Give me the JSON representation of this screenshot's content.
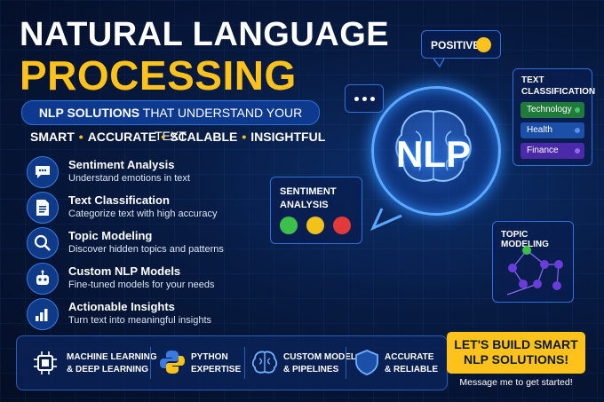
{
  "title": {
    "line1": "NATURAL LANGUAGE",
    "line2": "PROCESSING"
  },
  "subtitle": {
    "bold": "NLP SOLUTIONS",
    "rest": " THAT UNDERSTAND YOUR TEXT"
  },
  "tags": [
    "SMART",
    "ACCURATE",
    "SCALABLE",
    "INSIGHTFUL"
  ],
  "tag_separator": "•",
  "features": [
    {
      "icon": "chat-bubble-icon",
      "title": "Sentiment Analysis",
      "desc": "Understand emotions in text"
    },
    {
      "icon": "document-icon",
      "title": "Text Classification",
      "desc": "Categorize text with high accuracy"
    },
    {
      "icon": "magnifier-icon",
      "title": "Topic Modeling",
      "desc": "Discover hidden topics and patterns"
    },
    {
      "icon": "robot-icon",
      "title": "Custom NLP Models",
      "desc": "Fine-tuned models for your needs"
    },
    {
      "icon": "bar-chart-icon",
      "title": "Actionable Insights",
      "desc": "Turn text into meaningful insights"
    }
  ],
  "center": {
    "label": "NLP"
  },
  "positive_bubble": {
    "label": "POSITIVE"
  },
  "text_classification": {
    "heading_line1": "TEXT",
    "heading_line2": "CLASSIFICATION",
    "chips": [
      {
        "label": "Technology",
        "color": "#1f7a3c",
        "dot": "#43c26a"
      },
      {
        "label": "Health",
        "color": "#1b4fa8",
        "dot": "#5a8fe6"
      },
      {
        "label": "Finance",
        "color": "#4a2aa8",
        "dot": "#8a6af0"
      }
    ]
  },
  "sentiment_panel": {
    "heading_line1": "SENTIMENT",
    "heading_line2": "ANALYSIS",
    "faces": [
      {
        "name": "happy-face-icon",
        "color": "#3cc04a"
      },
      {
        "name": "neutral-face-icon",
        "color": "#f2c21a"
      },
      {
        "name": "sad-face-icon",
        "color": "#e23a3a"
      }
    ]
  },
  "topic_panel": {
    "heading": "TOPIC MODELING"
  },
  "bottom_bar": [
    {
      "icon": "chip-icon",
      "line1": "MACHINE LEARNING",
      "line2": "& DEEP LEARNING"
    },
    {
      "icon": "python-icon",
      "line1": "PYTHON",
      "line2": "EXPERTISE"
    },
    {
      "icon": "brain-icon",
      "line1": "CUSTOM MODELS",
      "line2": "& PIPELINES"
    },
    {
      "icon": "shield-icon",
      "line1": "ACCURATE",
      "line2": "& RELIABLE"
    }
  ],
  "cta": {
    "line1": "LET'S BUILD SMART",
    "line2": "NLP SOLUTIONS!",
    "sub": "Message me to get started!"
  },
  "colors": {
    "accent": "#ffc21a",
    "background": "#071a40",
    "glow": "#2f8cff"
  }
}
